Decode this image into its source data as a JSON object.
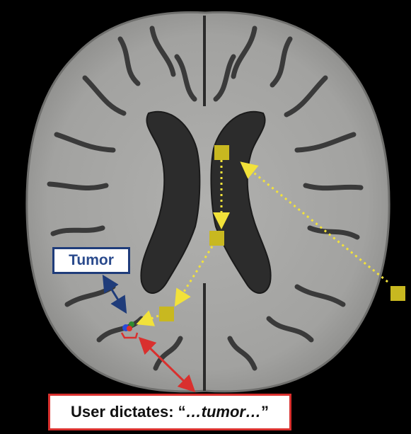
{
  "labels": {
    "tumor": "Tumor",
    "dictation_prefix": "User dictates: “",
    "dictation_term": "…tumor…",
    "dictation_suffix": "”"
  },
  "colors": {
    "background": "#000000",
    "brain_tissue": "#a7a7a5",
    "ventricle": "#2c2c2c",
    "gaze_marker": "#c8b820",
    "gaze_path": "#f2e23a",
    "tumor_label_border": "#1f3c7a",
    "tumor_label_text": "#2a4a8c",
    "dictation_border": "#d9302e",
    "tumor_red": "#e0302a",
    "tumor_blue": "#2a4bd8",
    "tumor_green": "#2f8a2f"
  },
  "gaze_sequence": {
    "marker_count": 4,
    "order": [
      "fixation-1",
      "fixation-2",
      "fixation-3",
      "fixation-4"
    ]
  }
}
